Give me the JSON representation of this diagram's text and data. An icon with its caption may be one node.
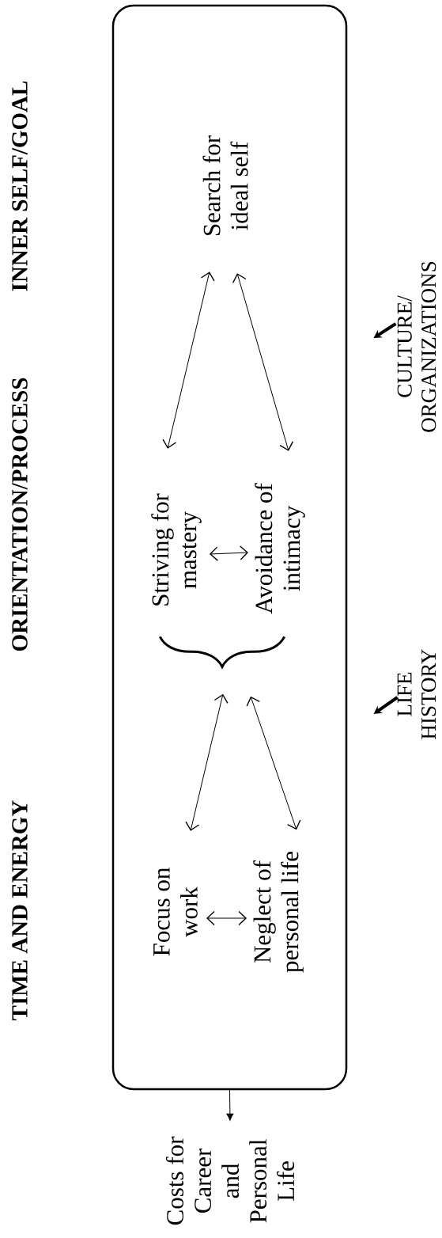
{
  "diagram": {
    "nodes": [
      {
        "text": [],
        "shape": "box"
      },
      {
        "text": [
          "Search for ideal self"
        ],
        "in": 0
      },
      {
        "text": [
          "Striving for mastery"
        ],
        "in": 0
      },
      {
        "text": [
          "Avoidance of intimacy"
        ],
        "in": 0
      },
      {
        "text": [],
        "shape": "brace",
        "in": 0
      },
      {
        "text": [
          "Focus on work"
        ],
        "in": 0
      },
      {
        "text": [
          "Neglect of personal life"
        ],
        "in": 0
      },
      {
        "text": [
          "Costs for Career and Personal Life"
        ]
      },
      {
        "text": [
          "LIFE HISTORY"
        ]
      },
      {
        "text": [
          "CULTURE/ ORGANIZATIONS"
        ]
      }
    ],
    "edges": [
      {
        "from": 1,
        "to": 2,
        "arrow": "both"
      },
      {
        "from": 1,
        "to": 3,
        "arrow": "both"
      },
      {
        "from": 2,
        "to": 3,
        "arrow": "both"
      },
      {
        "from": 4,
        "to": 5,
        "arrow": "both"
      },
      {
        "from": 4,
        "to": 6,
        "arrow": "both"
      },
      {
        "from": 5,
        "to": 6,
        "arrow": "both"
      },
      {
        "from": 0,
        "to": 7,
        "arrow": "to"
      },
      {
        "from": 8,
        "to": null,
        "arrow": "to",
        "style": "thick"
      },
      {
        "from": 9,
        "to": null,
        "arrow": "to",
        "style": "thick"
      }
    ],
    "labels": [
      "INNER SELF/GOAL",
      "ORIENTATION/PROCESS",
      "TIME AND ENERGY"
    ]
  }
}
